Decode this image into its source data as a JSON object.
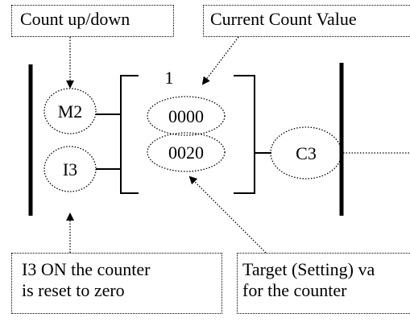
{
  "annotations": {
    "count_updown": "Count up/down",
    "current_count": "Current Count Value",
    "reset_line1": "I3 ON the counter",
    "reset_line2": "is reset to zero",
    "target_line1": "Target (Setting) va",
    "target_line2": "for the counter"
  },
  "ladder": {
    "input_updown": "M2",
    "input_reset": "I3",
    "counter_mode": "1",
    "current_value": "0000",
    "setting_value": "0020",
    "counter_name": "C3"
  }
}
